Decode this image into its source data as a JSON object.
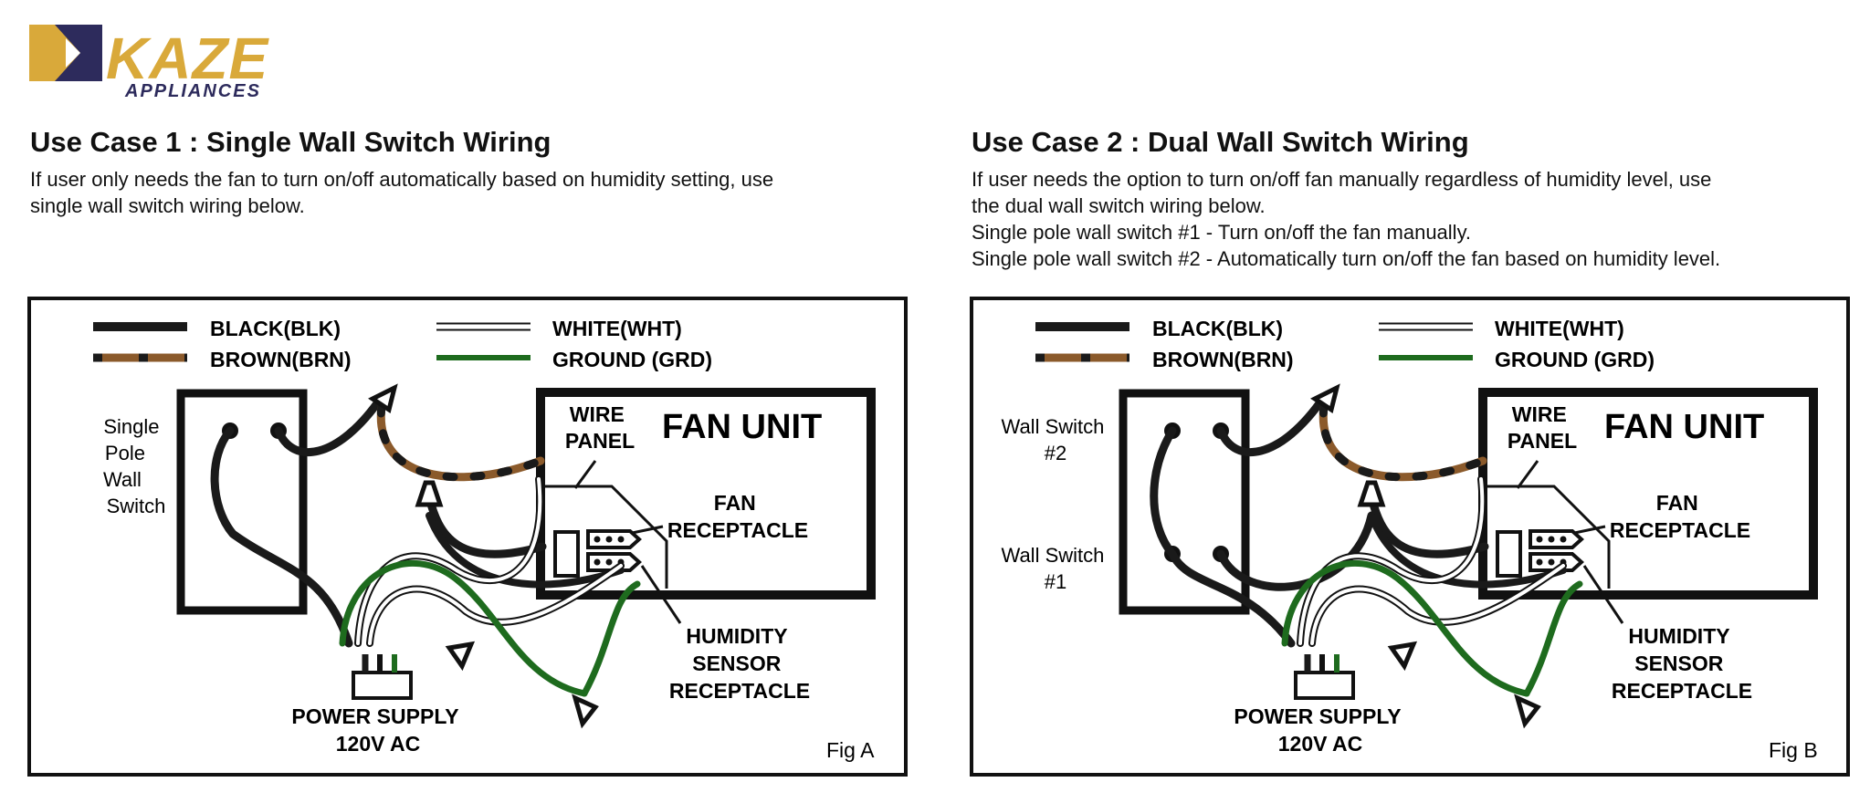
{
  "logo": {
    "name": "KAZE",
    "subtitle": "APPLIANCES"
  },
  "case1": {
    "title": "Use Case 1 : Single Wall Switch Wiring",
    "desc": [
      "If user only needs the fan to turn on/off automatically based on humidity setting, use",
      "single wall switch wiring below."
    ]
  },
  "case2": {
    "title": "Use Case 2 : Dual Wall Switch Wiring",
    "desc": [
      "If user needs the option to turn on/off fan manually regardless of humidity level, use",
      "the dual wall switch wiring below.",
      "Single pole wall switch #1 - Turn on/off the fan manually.",
      "Single pole wall switch #2 - Automatically turn on/off the fan based on humidity level."
    ]
  },
  "legend": {
    "black": "BLACK(BLK)",
    "brown": "BROWN(BRN)",
    "white": "WHITE(WHT)",
    "ground": "GROUND (GRD)"
  },
  "labels": {
    "fan_unit": "FAN UNIT",
    "wire_panel": [
      "WIRE",
      "PANEL"
    ],
    "fan_receptacle": [
      "FAN",
      "RECEPTACLE"
    ],
    "humidity": [
      "HUMIDITY",
      "SENSOR",
      "RECEPTACLE"
    ],
    "power_supply": [
      "POWER SUPPLY",
      "120V AC"
    ]
  },
  "figA": {
    "caption": "Fig A",
    "switch_label": [
      "Single",
      "Pole",
      "Wall",
      "Switch"
    ]
  },
  "figB": {
    "caption": "Fig B",
    "switch2_label": [
      "Wall Switch",
      "#2"
    ],
    "switch1_label": [
      "Wall Switch",
      "#1"
    ]
  },
  "colors": {
    "kaze_gold": "#D9A93A",
    "kaze_navy": "#2D2B5C",
    "wire_black": "#1a1a1a",
    "wire_brown": "#8B5A2B",
    "wire_ground": "#1E6B1E"
  }
}
